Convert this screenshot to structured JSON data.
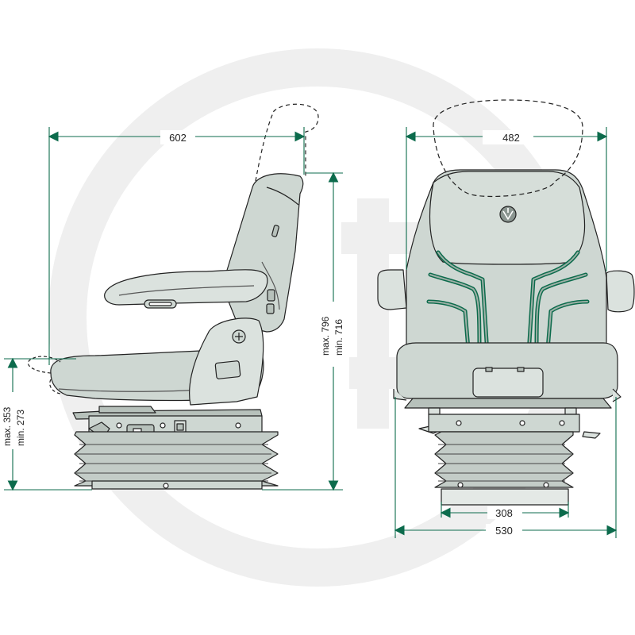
{
  "dimensions": {
    "overall_length": "602",
    "backrest_width": "482",
    "backrest_height_max": "max. 796",
    "backrest_height_min": "min. 716",
    "seat_height_max": "max. 353",
    "seat_height_min": "min. 273",
    "base_width": "308",
    "overall_width": "530"
  },
  "colors": {
    "line": "#222222",
    "seat_fill": "#ced7d2",
    "seat_fill_light": "#dbe2de",
    "bellows_fill": "#c3ccc7",
    "rail_fill": "#b7c1bb",
    "accent": "#0c6b4c",
    "watermark": "#eeeeee"
  },
  "icons": {
    "brand_logo": "triskele-logo-icon",
    "watermark": "circle-watermark-icon"
  }
}
